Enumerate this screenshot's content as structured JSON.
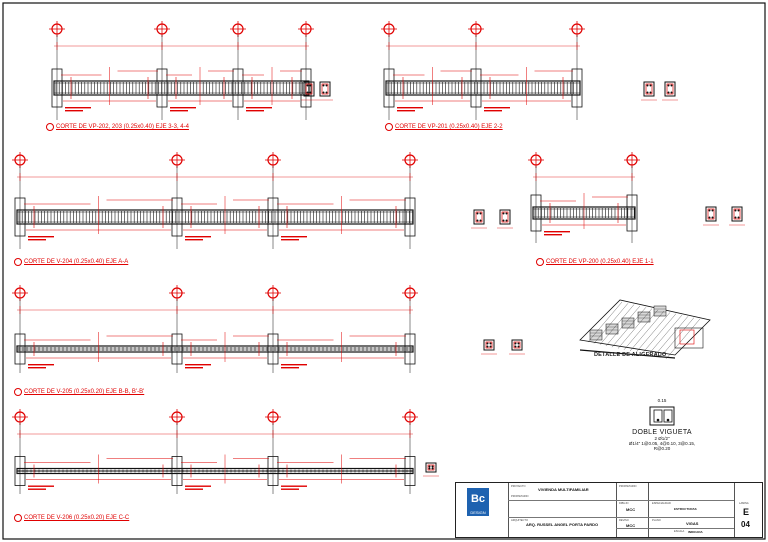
{
  "sections": [
    {
      "id": "vp202",
      "label": "CORTE DE VP-202, 203 (0.25x0.40) EJE 3-3, 4-4"
    },
    {
      "id": "vp201",
      "label": "CORTE DE VP-201 (0.25x0.40) EJE 2-2"
    },
    {
      "id": "v204",
      "label": "CORTE DE V-204 (0.25x0.40) EJE A-A"
    },
    {
      "id": "vp200",
      "label": "CORTE DE VP-200 (0.25x0.40) EJE 1-1"
    },
    {
      "id": "v205",
      "label": "CORTE DE V-205 (0.25x0.20) EJE B-B, B'-B'"
    },
    {
      "id": "v206",
      "label": "CORTE DE V-206 (0.25x0.20) EJE C-C"
    }
  ],
  "details": {
    "aligerado": "DETALLE DE ALIGERADO",
    "doble_vigueta_title": "DOBLE VIGUETA",
    "doble_vigueta_bars": "2 Ø1/2\"",
    "doble_vigueta_stirrups": "Ø1/4\" 1@0.05, 4@0.10, 3@0.15, R@0.20",
    "doble_vigueta_dim": "0.15"
  },
  "titleblock": {
    "logo_letters": "Bc",
    "logo_sub": "DESIGN",
    "project": "VIVIENDA MULTIFAMILIAR",
    "architect": "ARQ. RUSSEL ANGEL PORTA PARDO",
    "drawn": "MCC",
    "checked": "MCC",
    "specialty": "ESTRUCTURAS",
    "content": "VIGAS",
    "scale": "INDICADA",
    "sheet_letter": "E",
    "sheet_number": "04"
  },
  "colors": {
    "red": "#e00000",
    "black": "#111111",
    "brand_blue": "#1e62b0"
  }
}
